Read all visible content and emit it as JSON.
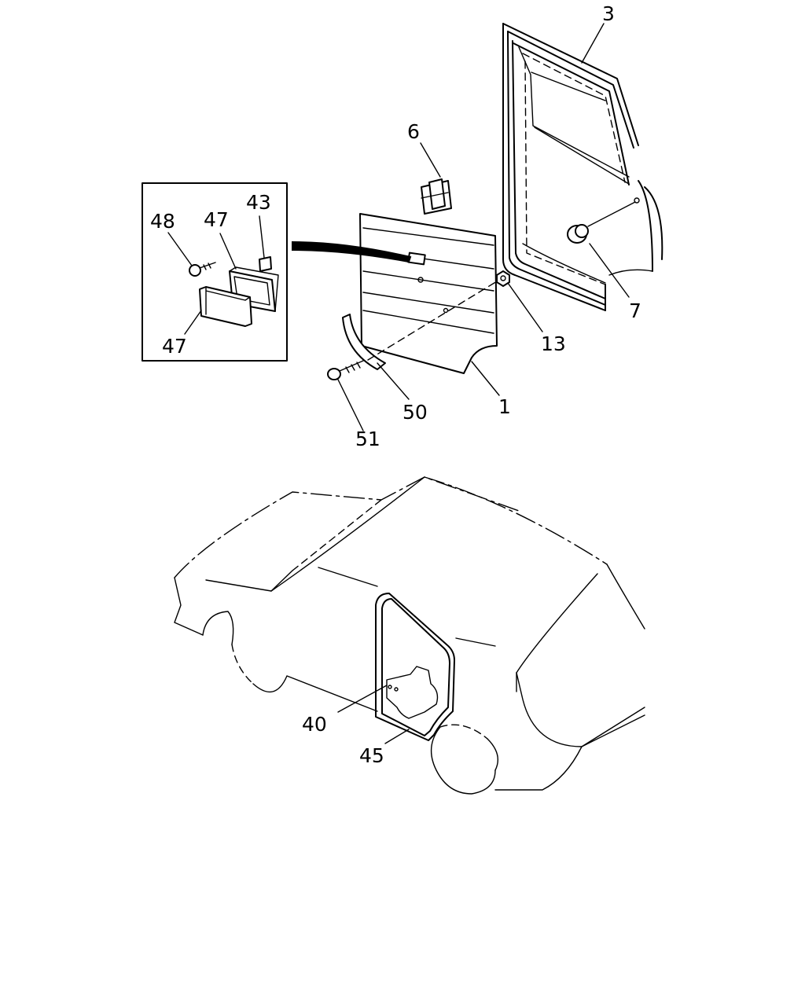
{
  "callouts": {
    "c1": "1",
    "c3": "3",
    "c6": "6",
    "c7": "7",
    "c13": "13",
    "c40": "40",
    "c43": "43",
    "c45": "45",
    "c47a": "47",
    "c47b": "47",
    "c48": "48",
    "c50": "50",
    "c51": "51"
  }
}
